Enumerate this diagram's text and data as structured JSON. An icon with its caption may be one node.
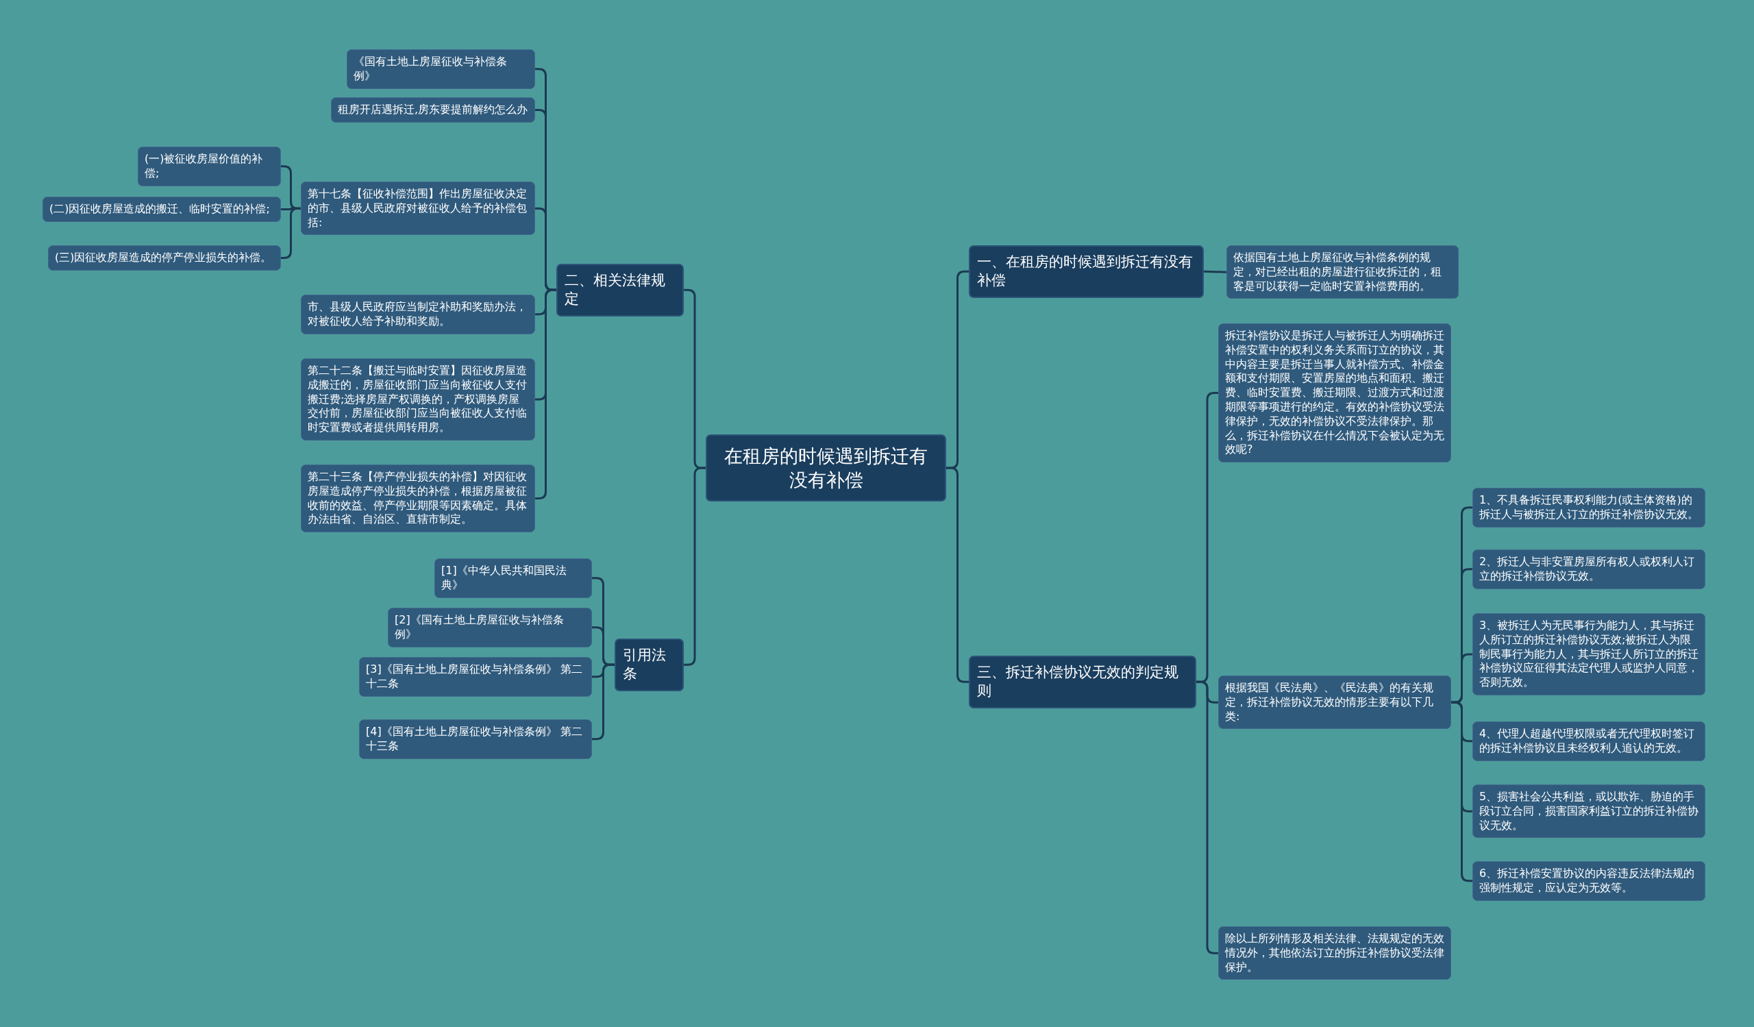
{
  "diagram": {
    "nodes": [
      {
        "text": [
          "在租房的时候遇到拆迁有没有补偿"
        ]
      },
      {
        "text": [
          "一、在租房的时候遇到拆迁有没有补偿"
        ]
      },
      {
        "text": [
          "依据国有土地上房屋征收与补偿条例的规定，对已经出租的房屋进行征收拆迁的，租客是可以获得一定临时安置补偿费用的。"
        ]
      },
      {
        "text": [
          "三、拆迁补偿协议无效的判定规则"
        ]
      },
      {
        "text": [
          "拆迁补偿协议是拆迁人与被拆迁人为明确拆迁补偿安置中的权利义务关系而订立的协议，其中内容主要是拆迁当事人就补偿方式、补偿金额和支付期限、安置房屋的地点和面积、搬迁费、临时安置费、搬迁期限、过渡方式和过渡期限等事项进行的约定。有效的补偿协议受法律保护，无效的补偿协议不受法律保护。那么，拆迁补偿协议在什么情况下会被认定为无效呢?"
        ]
      },
      {
        "text": [
          "根据我国《民法典》、《民法典》的有关规定，拆迁补偿协议无效的情形主要有以下几类:"
        ]
      },
      {
        "text": [
          "1、不具备拆迁民事权利能力(或主体资格)的拆迁人与被拆迁人订立的拆迁补偿协议无效。"
        ]
      },
      {
        "text": [
          "2、拆迁人与非安置房屋所有权人或权利人订立的拆迁补偿协议无效。"
        ]
      },
      {
        "text": [
          "3、被拆迁人为无民事行为能力人，其与拆迁人所订立的拆迁补偿协议无效;被拆迁人为限制民事行为能力人，其与拆迁人所订立的拆迁补偿协议应征得其法定代理人或监护人同意，否则无效。"
        ]
      },
      {
        "text": [
          "4、代理人超越代理权限或者无代理权时签订的拆迁补偿协议且未经权利人追认的无效。"
        ]
      },
      {
        "text": [
          "5、损害社会公共利益，或以欺诈、胁迫的手段订立合同，损害国家利益订立的拆迁补偿协议无效。"
        ]
      },
      {
        "text": [
          "6、拆迁补偿安置协议的内容违反法律法规的强制性规定，应认定为无效等。"
        ]
      },
      {
        "text": [
          "除以上所列情形及相关法律、法规规定的无效情况外，其他依法订立的拆迁补偿协议受法律保护。"
        ]
      },
      {
        "text": [
          "二、相关法律规定"
        ]
      },
      {
        "text": [
          "《国有土地上房屋征收与补偿条例》"
        ]
      },
      {
        "text": [
          "租房开店遇拆迁,房东要提前解约怎么办"
        ]
      },
      {
        "text": [
          "第十七条【征收补偿范围】作出房屋征收决定的市、县级人民政府对被征收人给予的补偿包括:"
        ]
      },
      {
        "text": [
          "(一)被征收房屋价值的补偿;"
        ]
      },
      {
        "text": [
          "(二)因征收房屋造成的搬迁、临时安置的补偿;"
        ]
      },
      {
        "text": [
          "(三)因征收房屋造成的停产停业损失的补偿。"
        ]
      },
      {
        "text": [
          "市、县级人民政府应当制定补助和奖励办法，对被征收人给予补助和奖励。"
        ]
      },
      {
        "text": [
          "第二十二条【搬迁与临时安置】因征收房屋造成搬迁的，房屋征收部门应当向被征收人支付搬迁费;选择房屋产权调换的，产权调换房屋交付前，房屋征收部门应当向被征收人支付临时安置费或者提供周转用房。"
        ]
      },
      {
        "text": [
          "第二十三条【停产停业损失的补偿】对因征收房屋造成停产停业损失的补偿，根据房屋被征收前的效益、停产停业期限等因素确定。具体办法由省、自治区、直辖市制定。"
        ]
      },
      {
        "text": [
          "引用法条"
        ]
      },
      {
        "text": [
          "[1]《中华人民共和国民法典》"
        ]
      },
      {
        "text": [
          "[2]《国有土地上房屋征收与补偿条例》"
        ]
      },
      {
        "text": [
          "[3]《国有土地上房屋征收与补偿条例》 第二十二条"
        ]
      },
      {
        "text": [
          "[4]《国有土地上房屋征收与补偿条例》 第二十三条"
        ]
      }
    ],
    "edges": [
      {
        "from": 0,
        "to": 1,
        "arrow": "none"
      },
      {
        "from": 1,
        "to": 2,
        "arrow": "none"
      },
      {
        "from": 0,
        "to": 3,
        "arrow": "none"
      },
      {
        "from": 3,
        "to": 4,
        "arrow": "none"
      },
      {
        "from": 3,
        "to": 5,
        "arrow": "none"
      },
      {
        "from": 5,
        "to": 6,
        "arrow": "none"
      },
      {
        "from": 5,
        "to": 7,
        "arrow": "none"
      },
      {
        "from": 5,
        "to": 8,
        "arrow": "none"
      },
      {
        "from": 5,
        "to": 9,
        "arrow": "none"
      },
      {
        "from": 5,
        "to": 10,
        "arrow": "none"
      },
      {
        "from": 5,
        "to": 11,
        "arrow": "none"
      },
      {
        "from": 3,
        "to": 12,
        "arrow": "none"
      },
      {
        "from": 0,
        "to": 13,
        "arrow": "none"
      },
      {
        "from": 13,
        "to": 14,
        "arrow": "none"
      },
      {
        "from": 13,
        "to": 15,
        "arrow": "none"
      },
      {
        "from": 13,
        "to": 16,
        "arrow": "none"
      },
      {
        "from": 16,
        "to": 17,
        "arrow": "none"
      },
      {
        "from": 16,
        "to": 18,
        "arrow": "none"
      },
      {
        "from": 16,
        "to": 19,
        "arrow": "none"
      },
      {
        "from": 13,
        "to": 20,
        "arrow": "none"
      },
      {
        "from": 13,
        "to": 21,
        "arrow": "none"
      },
      {
        "from": 13,
        "to": 22,
        "arrow": "none"
      },
      {
        "from": 0,
        "to": 23,
        "arrow": "none"
      },
      {
        "from": 23,
        "to": 24,
        "arrow": "none"
      },
      {
        "from": 23,
        "to": 25,
        "arrow": "none"
      },
      {
        "from": 23,
        "to": 26,
        "arrow": "none"
      },
      {
        "from": 23,
        "to": 27,
        "arrow": "none"
      }
    ]
  }
}
